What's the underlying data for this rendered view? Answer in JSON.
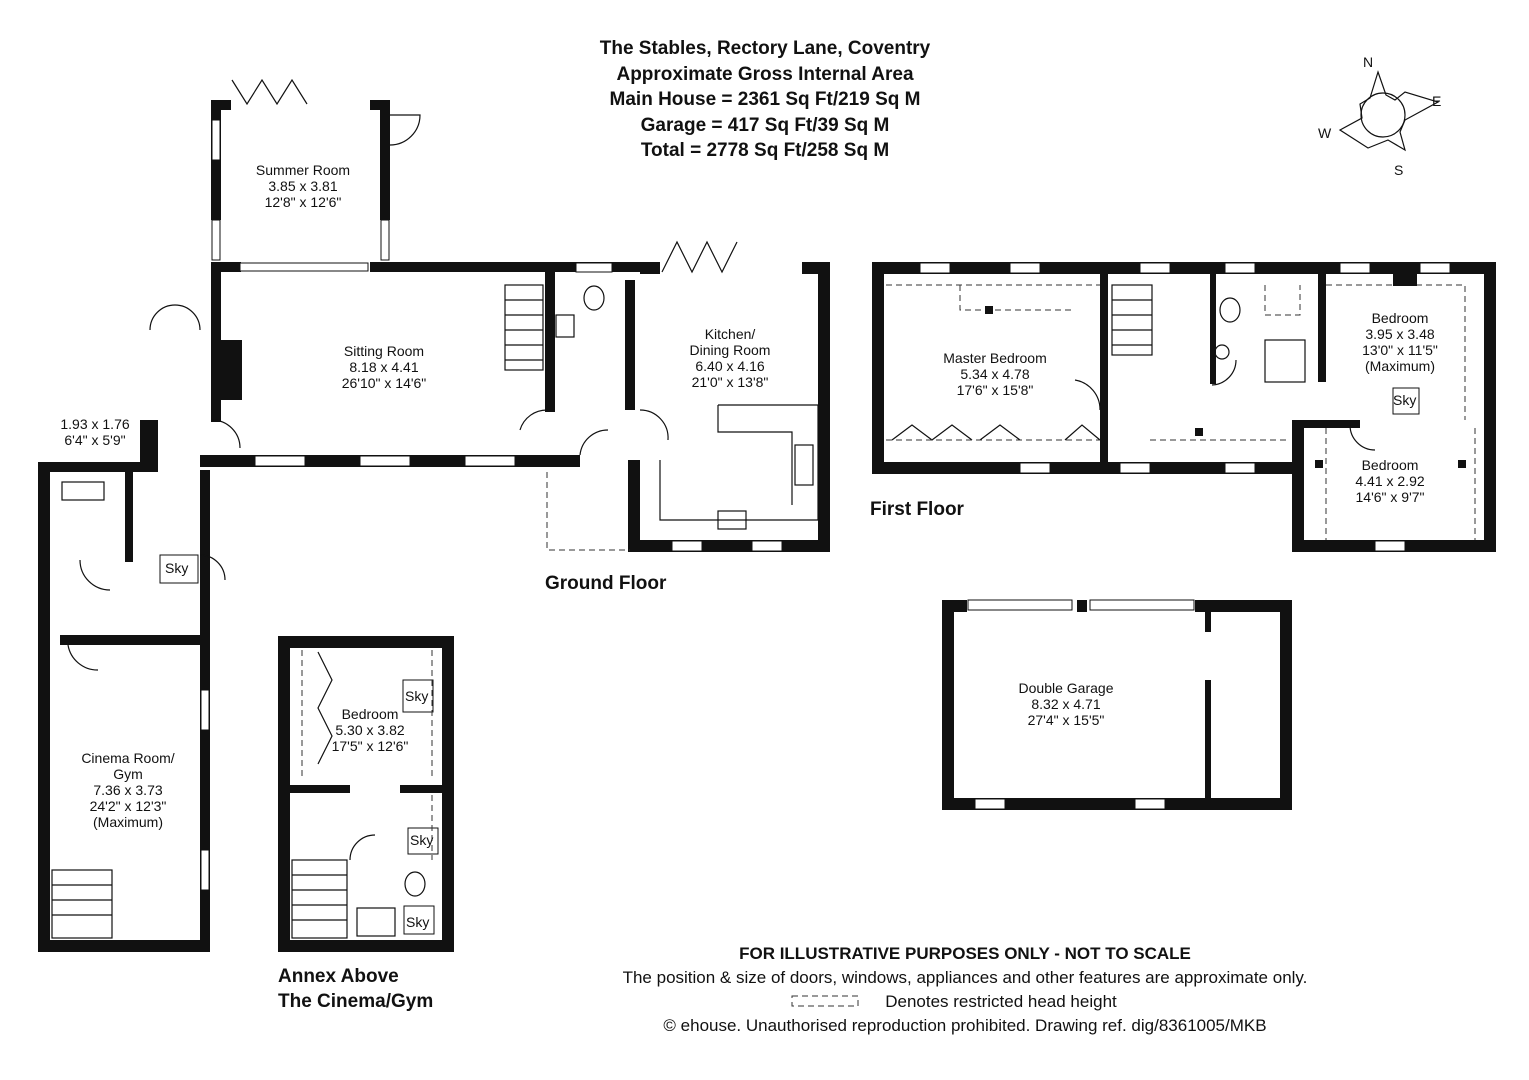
{
  "header": {
    "title": "The Stables, Rectory Lane, Coventry",
    "subtitle": "Approximate Gross Internal Area",
    "main_house": "Main House = 2361 Sq Ft/219 Sq M",
    "garage": "Garage = 417 Sq Ft/39 Sq M",
    "total": "Total = 2778 Sq Ft/258 Sq M"
  },
  "compass": {
    "n": "N",
    "e": "E",
    "s": "S",
    "w": "W"
  },
  "rooms": {
    "summer_room": {
      "name": "Summer Room",
      "metric": "3.85 x 3.81",
      "imperial": "12'8\" x 12'6\""
    },
    "sitting_room": {
      "name": "Sitting Room",
      "metric": "8.18 x 4.41",
      "imperial": "26'10\" x 14'6\""
    },
    "kitchen": {
      "name_line1": "Kitchen/",
      "name_line2": "Dining Room",
      "metric": "6.40 x 4.16",
      "imperial": "21'0\" x 13'8\""
    },
    "utility": {
      "metric": "1.93 x 1.76",
      "imperial": "6'4\" x 5'9\""
    },
    "cinema": {
      "name_line1": "Cinema Room/",
      "name_line2": "Gym",
      "metric": "7.36 x 3.73",
      "imperial": "24'2\" x 12'3\"",
      "note": "(Maximum)"
    },
    "annex_bedroom": {
      "name": "Bedroom",
      "metric": "5.30 x 3.82",
      "imperial": "17'5\" x 12'6\""
    },
    "master_bedroom": {
      "name": "Master Bedroom",
      "metric": "5.34 x 4.78",
      "imperial": "17'6\" x 15'8\""
    },
    "bedroom_2": {
      "name": "Bedroom",
      "metric": "3.95 x 3.48",
      "imperial": "13'0\" x 11'5\"",
      "note": "(Maximum)"
    },
    "bedroom_3": {
      "name": "Bedroom",
      "metric": "4.41 x 2.92",
      "imperial": "14'6\" x 9'7\""
    },
    "garage": {
      "name": "Double Garage",
      "metric": "8.32 x 4.71",
      "imperial": "27'4\" x 15'5\""
    }
  },
  "sky_label": "Sky",
  "floors": {
    "ground": "Ground Floor",
    "first": "First Floor",
    "annex_line1": "Annex Above",
    "annex_line2": "The Cinema/Gym"
  },
  "disclaimer": {
    "line1": "FOR ILLUSTRATIVE PURPOSES ONLY - NOT TO SCALE",
    "line2": "The position & size of doors, windows, appliances and other features are approximate only.",
    "line3": "Denotes restricted head height",
    "line4": "© ehouse. Unauthorised reproduction prohibited. Drawing ref. dig/8361005/MKB"
  }
}
